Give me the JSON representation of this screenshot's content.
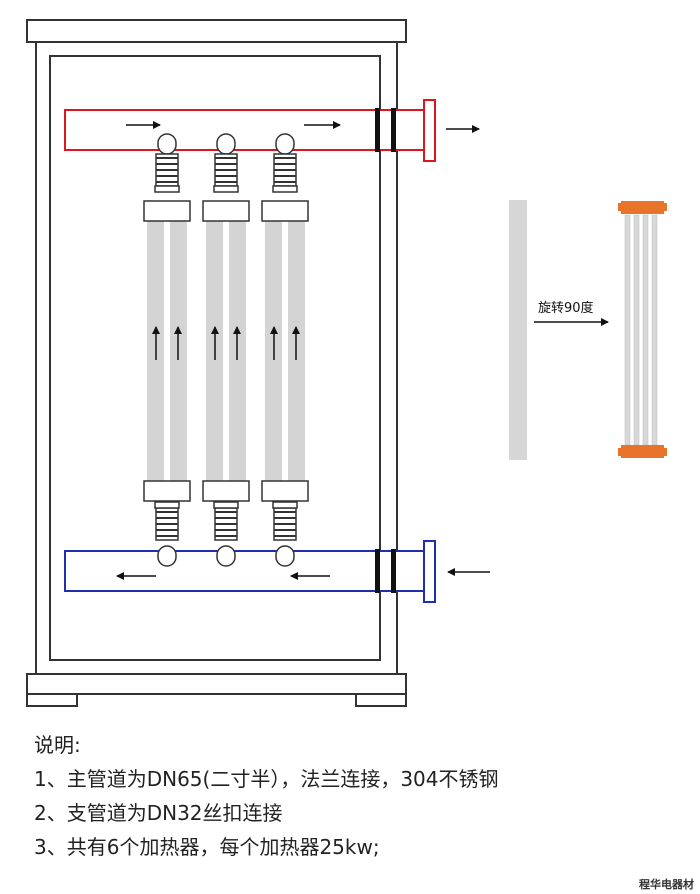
{
  "diagram": {
    "rotate_label": "旋转90度",
    "notes_title": "说明:",
    "notes": [
      "1、主管道为DN65(二寸半），法兰连接，304不锈钢",
      "2、支管道为DN32丝扣连接",
      "3、共有6个加热器，每个加热器25kw;"
    ],
    "watermark": "程华电器材"
  },
  "colors": {
    "hot_pipe": "#e0141e",
    "cold_pipe": "#1f2fb0",
    "heater_tube": "#d4d4d4",
    "flange_orange": "#e8742a",
    "outline": "#333333"
  }
}
